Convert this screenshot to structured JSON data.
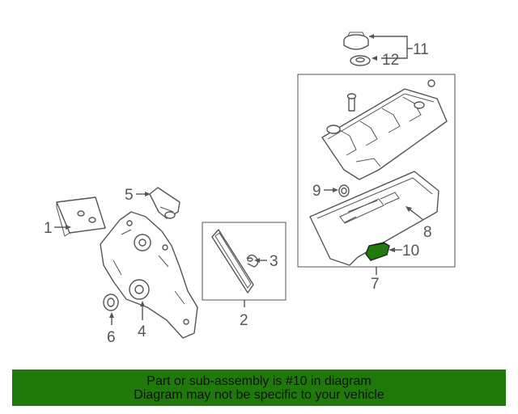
{
  "callouts": {
    "c1": "1",
    "c2": "2",
    "c3": "3",
    "c4": "4",
    "c5": "5",
    "c6": "6",
    "c7": "7",
    "c8": "8",
    "c9": "9",
    "c10": "10",
    "c11": "11",
    "c12": "12"
  },
  "highlight_color": "#1f7a0b",
  "banner": {
    "line1": "Part or sub-assembly is #10 in diagram",
    "line2": "Diagram may not be specific to your vehicle"
  }
}
